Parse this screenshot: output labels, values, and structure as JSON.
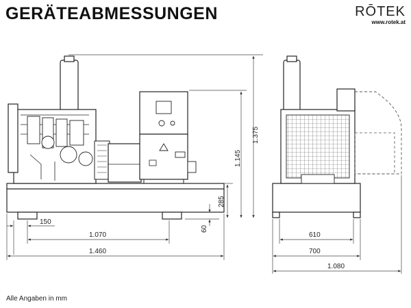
{
  "header": {
    "title": "GERÄTEABMESSUNGEN",
    "brand": "RŌTEK",
    "url": "www.rotek.at"
  },
  "dimensions": {
    "side_view": {
      "height_total": "1.375",
      "height_frame": "1.145",
      "base_height": "285",
      "skid_height": "60",
      "foot_offset": "150",
      "foot_spacing": "1.070",
      "length_total": "1.460"
    },
    "front_view": {
      "width_inner": "610",
      "width_frame": "700",
      "width_total": "1.080"
    }
  },
  "footnote": "Alle Angaben in mm"
}
